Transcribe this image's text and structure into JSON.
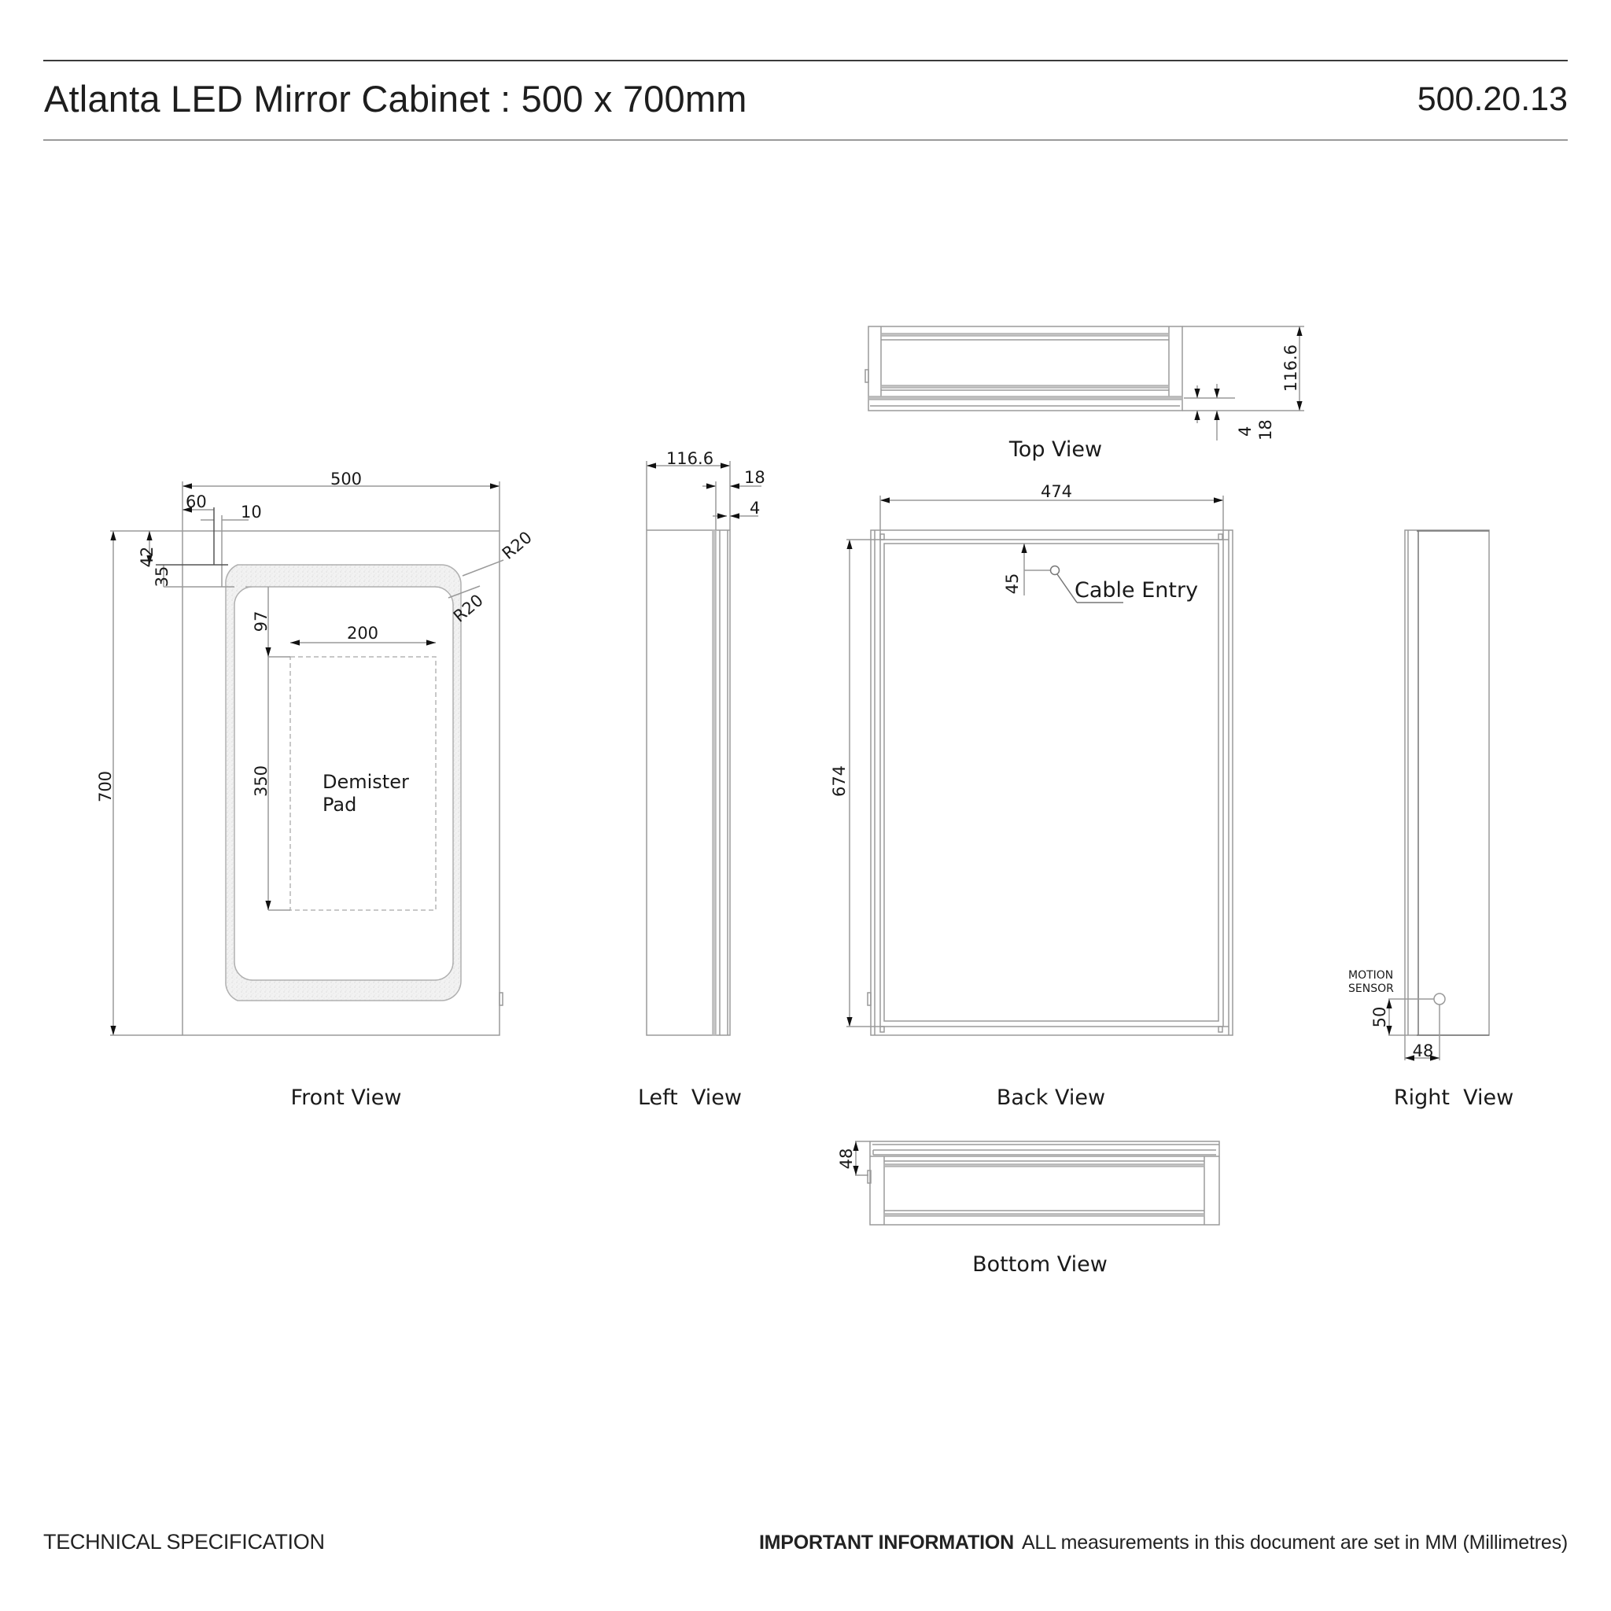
{
  "header": {
    "title": "Atlanta LED Mirror Cabinet : 500 x 700mm",
    "product_code": "500.20.13"
  },
  "views": {
    "front": {
      "label": "Front View",
      "dims": {
        "width": "500",
        "height": "700",
        "led_offset_x": "60",
        "led_band_width": "10",
        "led_offset_top": "42",
        "led_band_height": "35",
        "outer_radius": "R20",
        "inner_radius": "R20",
        "demister_offset_top": "97",
        "demister_width": "200",
        "demister_height": "350"
      },
      "demister_label_line1": "Demister",
      "demister_label_line2": "Pad"
    },
    "left": {
      "label": "Left  View",
      "dims": {
        "depth": "116.6",
        "door": "18",
        "glass": "4"
      }
    },
    "top": {
      "label": "Top View",
      "dims": {
        "depth": "116.6",
        "glass": "4",
        "door": "18"
      }
    },
    "back": {
      "label": "Back View",
      "dims": {
        "width": "474",
        "height": "674",
        "cable_offset": "45"
      },
      "cable_entry_label": "Cable Entry"
    },
    "right": {
      "label": "Right  View",
      "dims": {
        "sensor_height": "50",
        "sensor_offset": "48"
      },
      "sensor_label_line1": "MOTION",
      "sensor_label_line2": "SENSOR"
    },
    "bottom": {
      "label": "Bottom View",
      "dims": {
        "depth": "48"
      }
    }
  },
  "footer": {
    "left": "TECHNICAL SPECIFICATION",
    "important_label": "IMPORTANT INFORMATION",
    "important_text": "ALL measurements in this document are set in MM (Millimetres)"
  },
  "colors": {
    "line": "#9a9a9a",
    "dark_line": "#3a3a3a",
    "text": "#1a1a1a",
    "led_fill": "#ececec"
  }
}
